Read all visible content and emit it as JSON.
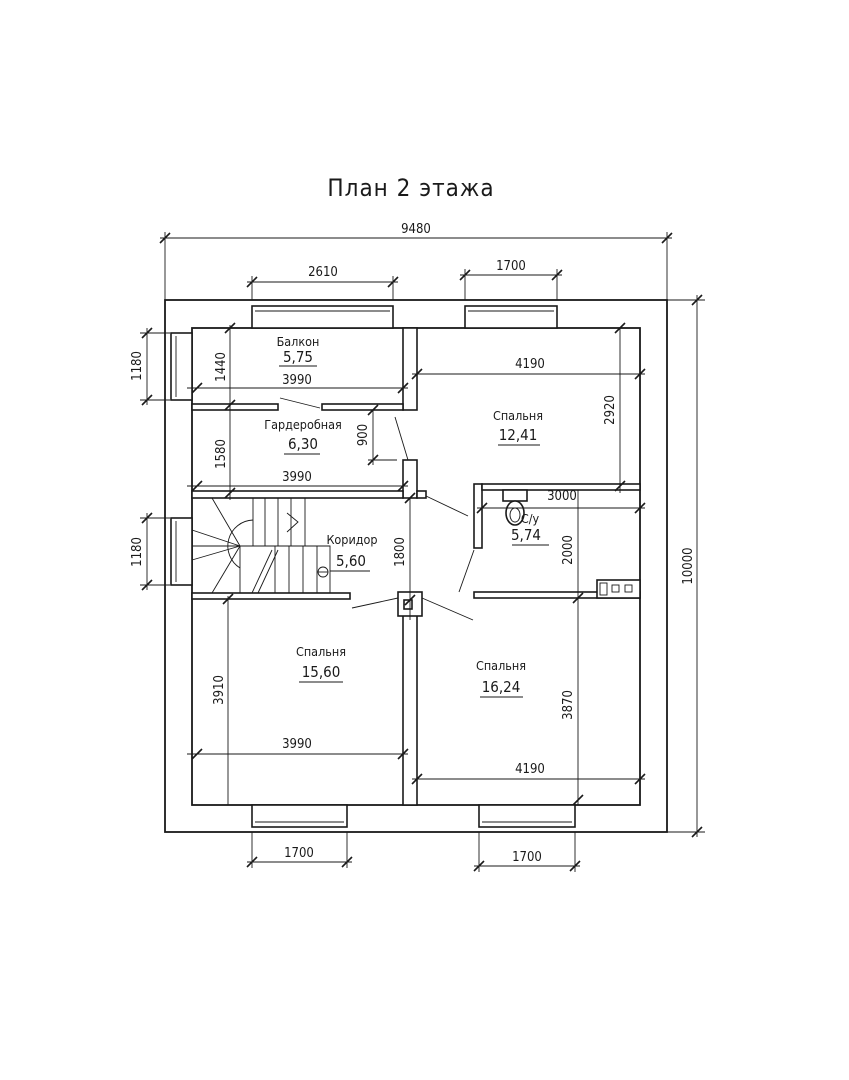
{
  "title": "План 2 этажа",
  "overall": {
    "width": "9480",
    "height": "10000"
  },
  "windows": {
    "top_left": "2610",
    "top_right": "1700",
    "bottom_left": "1700",
    "bottom_right": "1700",
    "left_top": "1180",
    "left_bottom": "1180"
  },
  "rooms": [
    {
      "name": "Балкон",
      "area": "5,75",
      "width": "3990",
      "depth": "1440"
    },
    {
      "name": "Гардеробная",
      "area": "6,30",
      "width": "3990",
      "depth": "1580",
      "door": "900"
    },
    {
      "name": "Спальня",
      "area": "12,41",
      "width": "4190",
      "depth": "2920"
    },
    {
      "name": "С/у",
      "area": "5,74",
      "width": "3000",
      "depth": "2000"
    },
    {
      "name": "Коридор",
      "area": "5,60",
      "depth": "1800"
    },
    {
      "name": "Спальня",
      "area": "15,60",
      "width": "3990",
      "depth": "3910"
    },
    {
      "name": "Спальня",
      "area": "16,24",
      "width": "4190",
      "depth": "3870"
    }
  ]
}
